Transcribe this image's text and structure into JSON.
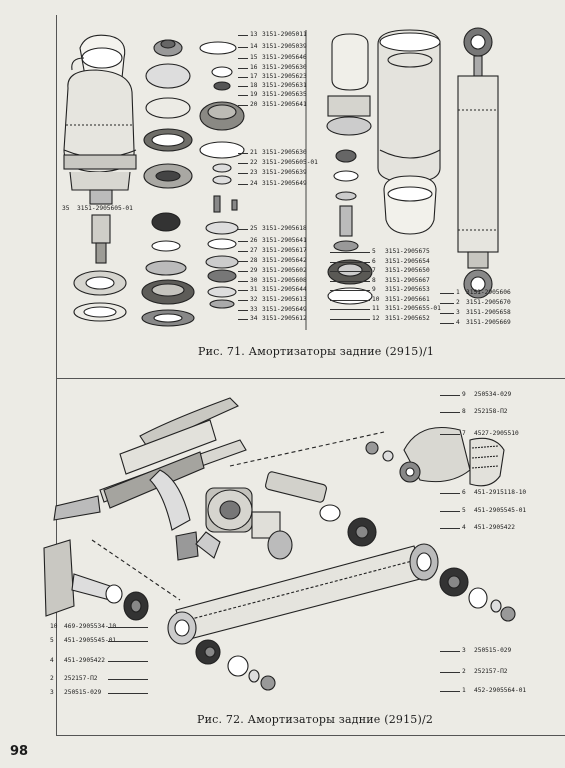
{
  "page_number": "98",
  "figure71": {
    "caption": "Рис. 71. Амортизаторы задние (2915)/1",
    "col1": [
      {
        "n": "13",
        "code": "3151-2905011"
      },
      {
        "n": "14",
        "code": "3151-2905039"
      },
      {
        "n": "15",
        "code": "3151-2905646"
      },
      {
        "n": "16",
        "code": "3151-2905630"
      },
      {
        "n": "17",
        "code": "3151-2905623"
      },
      {
        "n": "18",
        "code": "3151-2905631"
      },
      {
        "n": "19",
        "code": "3151-2905635"
      },
      {
        "n": "20",
        "code": "3151-2905641"
      },
      {
        "n": "21",
        "code": "3151-2905630"
      },
      {
        "n": "22",
        "code": "3151-2905605-01"
      },
      {
        "n": "23",
        "code": "3151-2905639"
      },
      {
        "n": "24",
        "code": "3151-2905649"
      },
      {
        "n": "25",
        "code": "3151-2905618"
      },
      {
        "n": "26",
        "code": "3151-2905641"
      },
      {
        "n": "27",
        "code": "3151-2905617"
      },
      {
        "n": "28",
        "code": "3151-2905642"
      },
      {
        "n": "29",
        "code": "3151-2905602"
      },
      {
        "n": "30",
        "code": "3151-2905608"
      },
      {
        "n": "31",
        "code": "3151-2905644"
      },
      {
        "n": "32",
        "code": "3151-2905613"
      },
      {
        "n": "33",
        "code": "3151-2905649"
      },
      {
        "n": "34",
        "code": "3151-2905612"
      }
    ],
    "left_label": {
      "n": "35",
      "code": "3151-2905605-01"
    },
    "col2": [
      {
        "n": "5",
        "code": "3151-2905675"
      },
      {
        "n": "6",
        "code": "3151-2905654"
      },
      {
        "n": "7",
        "code": "3151-2905650"
      },
      {
        "n": "8",
        "code": "3151-2905667"
      },
      {
        "n": "9",
        "code": "3151-2905653"
      },
      {
        "n": "10",
        "code": "3151-2905661"
      },
      {
        "n": "11",
        "code": "3151-2905655-01"
      },
      {
        "n": "12",
        "code": "3151-2905652"
      }
    ],
    "col3": [
      {
        "n": "1",
        "code": "3151-2905606"
      },
      {
        "n": "2",
        "code": "3151-2905670"
      },
      {
        "n": "3",
        "code": "3151-2905658"
      },
      {
        "n": "4",
        "code": "3151-2905669"
      }
    ]
  },
  "figure72": {
    "caption": "Рис. 72. Амортизаторы задние (2915)/2",
    "right_labels": [
      {
        "n": "9",
        "code": "250534-029"
      },
      {
        "n": "8",
        "code": "252158-П2"
      },
      {
        "n": "7",
        "code": "4527-2905510"
      },
      {
        "n": "6",
        "code": "451-2915118-10"
      },
      {
        "n": "5",
        "code": "451-2905545-01"
      },
      {
        "n": "4",
        "code": "451-2905422"
      },
      {
        "n": "3",
        "code": "250515-029"
      },
      {
        "n": "2",
        "code": "252157-П2"
      },
      {
        "n": "1",
        "code": "452-2905564-01"
      }
    ],
    "left_labels": [
      {
        "n": "10",
        "code": "469-2905534-10"
      },
      {
        "n": "5",
        "code": "451-2905545-01"
      },
      {
        "n": "4",
        "code": "451-2905422"
      },
      {
        "n": "2",
        "code": "252157-П2"
      },
      {
        "n": "3",
        "code": "250515-029"
      }
    ]
  }
}
